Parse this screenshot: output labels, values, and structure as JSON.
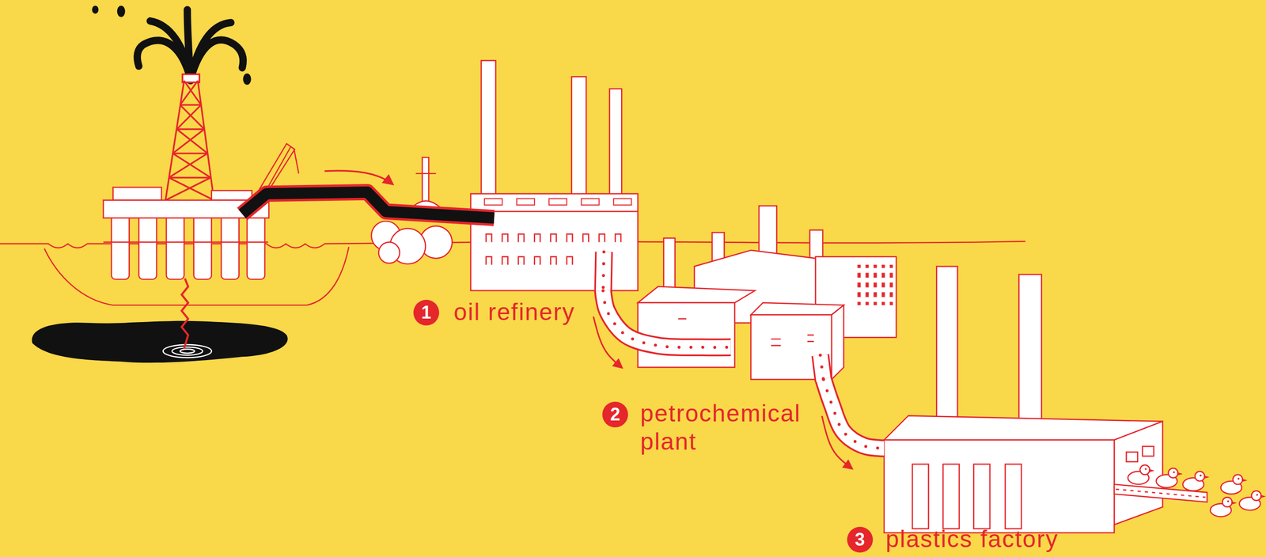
{
  "diagram": {
    "nodes": [
      {
        "text": [
          "oil refinery"
        ]
      },
      {
        "text": [
          "petrochemical plant"
        ]
      },
      {
        "text": [
          "plastics factory"
        ]
      }
    ],
    "edges": [
      {
        "from": 0,
        "to": 1,
        "arrow": "to"
      },
      {
        "from": 1,
        "to": 2,
        "arrow": "to"
      }
    ],
    "labels": [
      "1",
      "2",
      "3"
    ]
  }
}
